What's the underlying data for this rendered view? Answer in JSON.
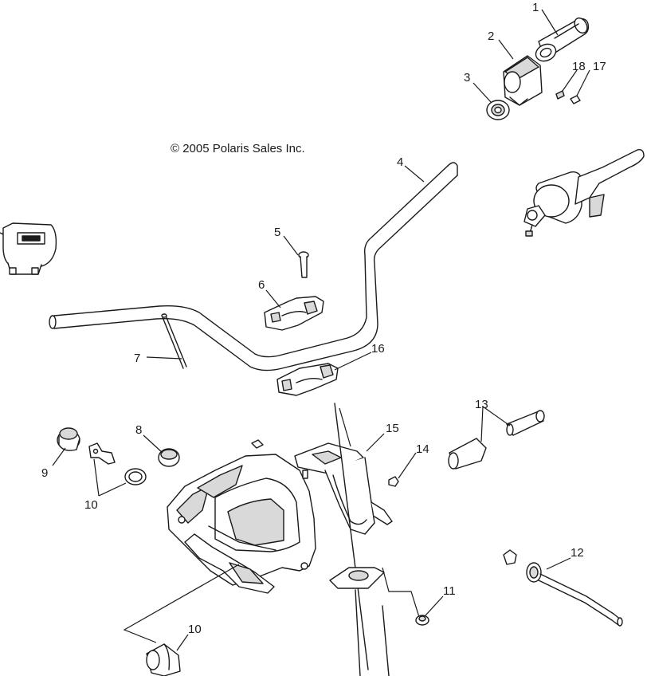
{
  "copyright": "© 2005 Polaris Sales Inc.",
  "callouts": {
    "c1": "1",
    "c2": "2",
    "c3": "3",
    "c4": "4",
    "c5": "5",
    "c6": "6",
    "c7": "7",
    "c8": "8",
    "c9": "9",
    "c10a": "10",
    "c10b": "10",
    "c11": "11",
    "c12": "12",
    "c13": "13",
    "c14": "14",
    "c15": "15",
    "c16": "16",
    "c17": "17",
    "c18": "18"
  }
}
